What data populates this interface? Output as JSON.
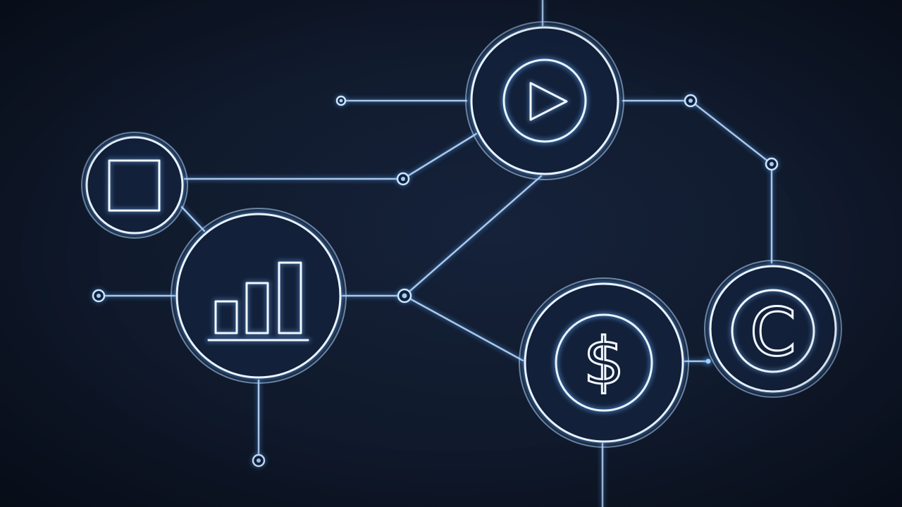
{
  "nodes": [
    {
      "id": "play-node",
      "icon": "play-icon"
    },
    {
      "id": "stop-node",
      "icon": "stop-square-icon"
    },
    {
      "id": "chart-node",
      "icon": "bar-chart-icon"
    },
    {
      "id": "dollar-node",
      "icon": "dollar-icon"
    },
    {
      "id": "copyright-node",
      "icon": "copyright-icon"
    }
  ],
  "symbols": {
    "dollar": "$",
    "copyright": "C"
  },
  "colors": {
    "background": "#111b2e",
    "line": "#a9c8ec",
    "glow": "#5a9fe8",
    "highlight": "#eaf4ff"
  }
}
